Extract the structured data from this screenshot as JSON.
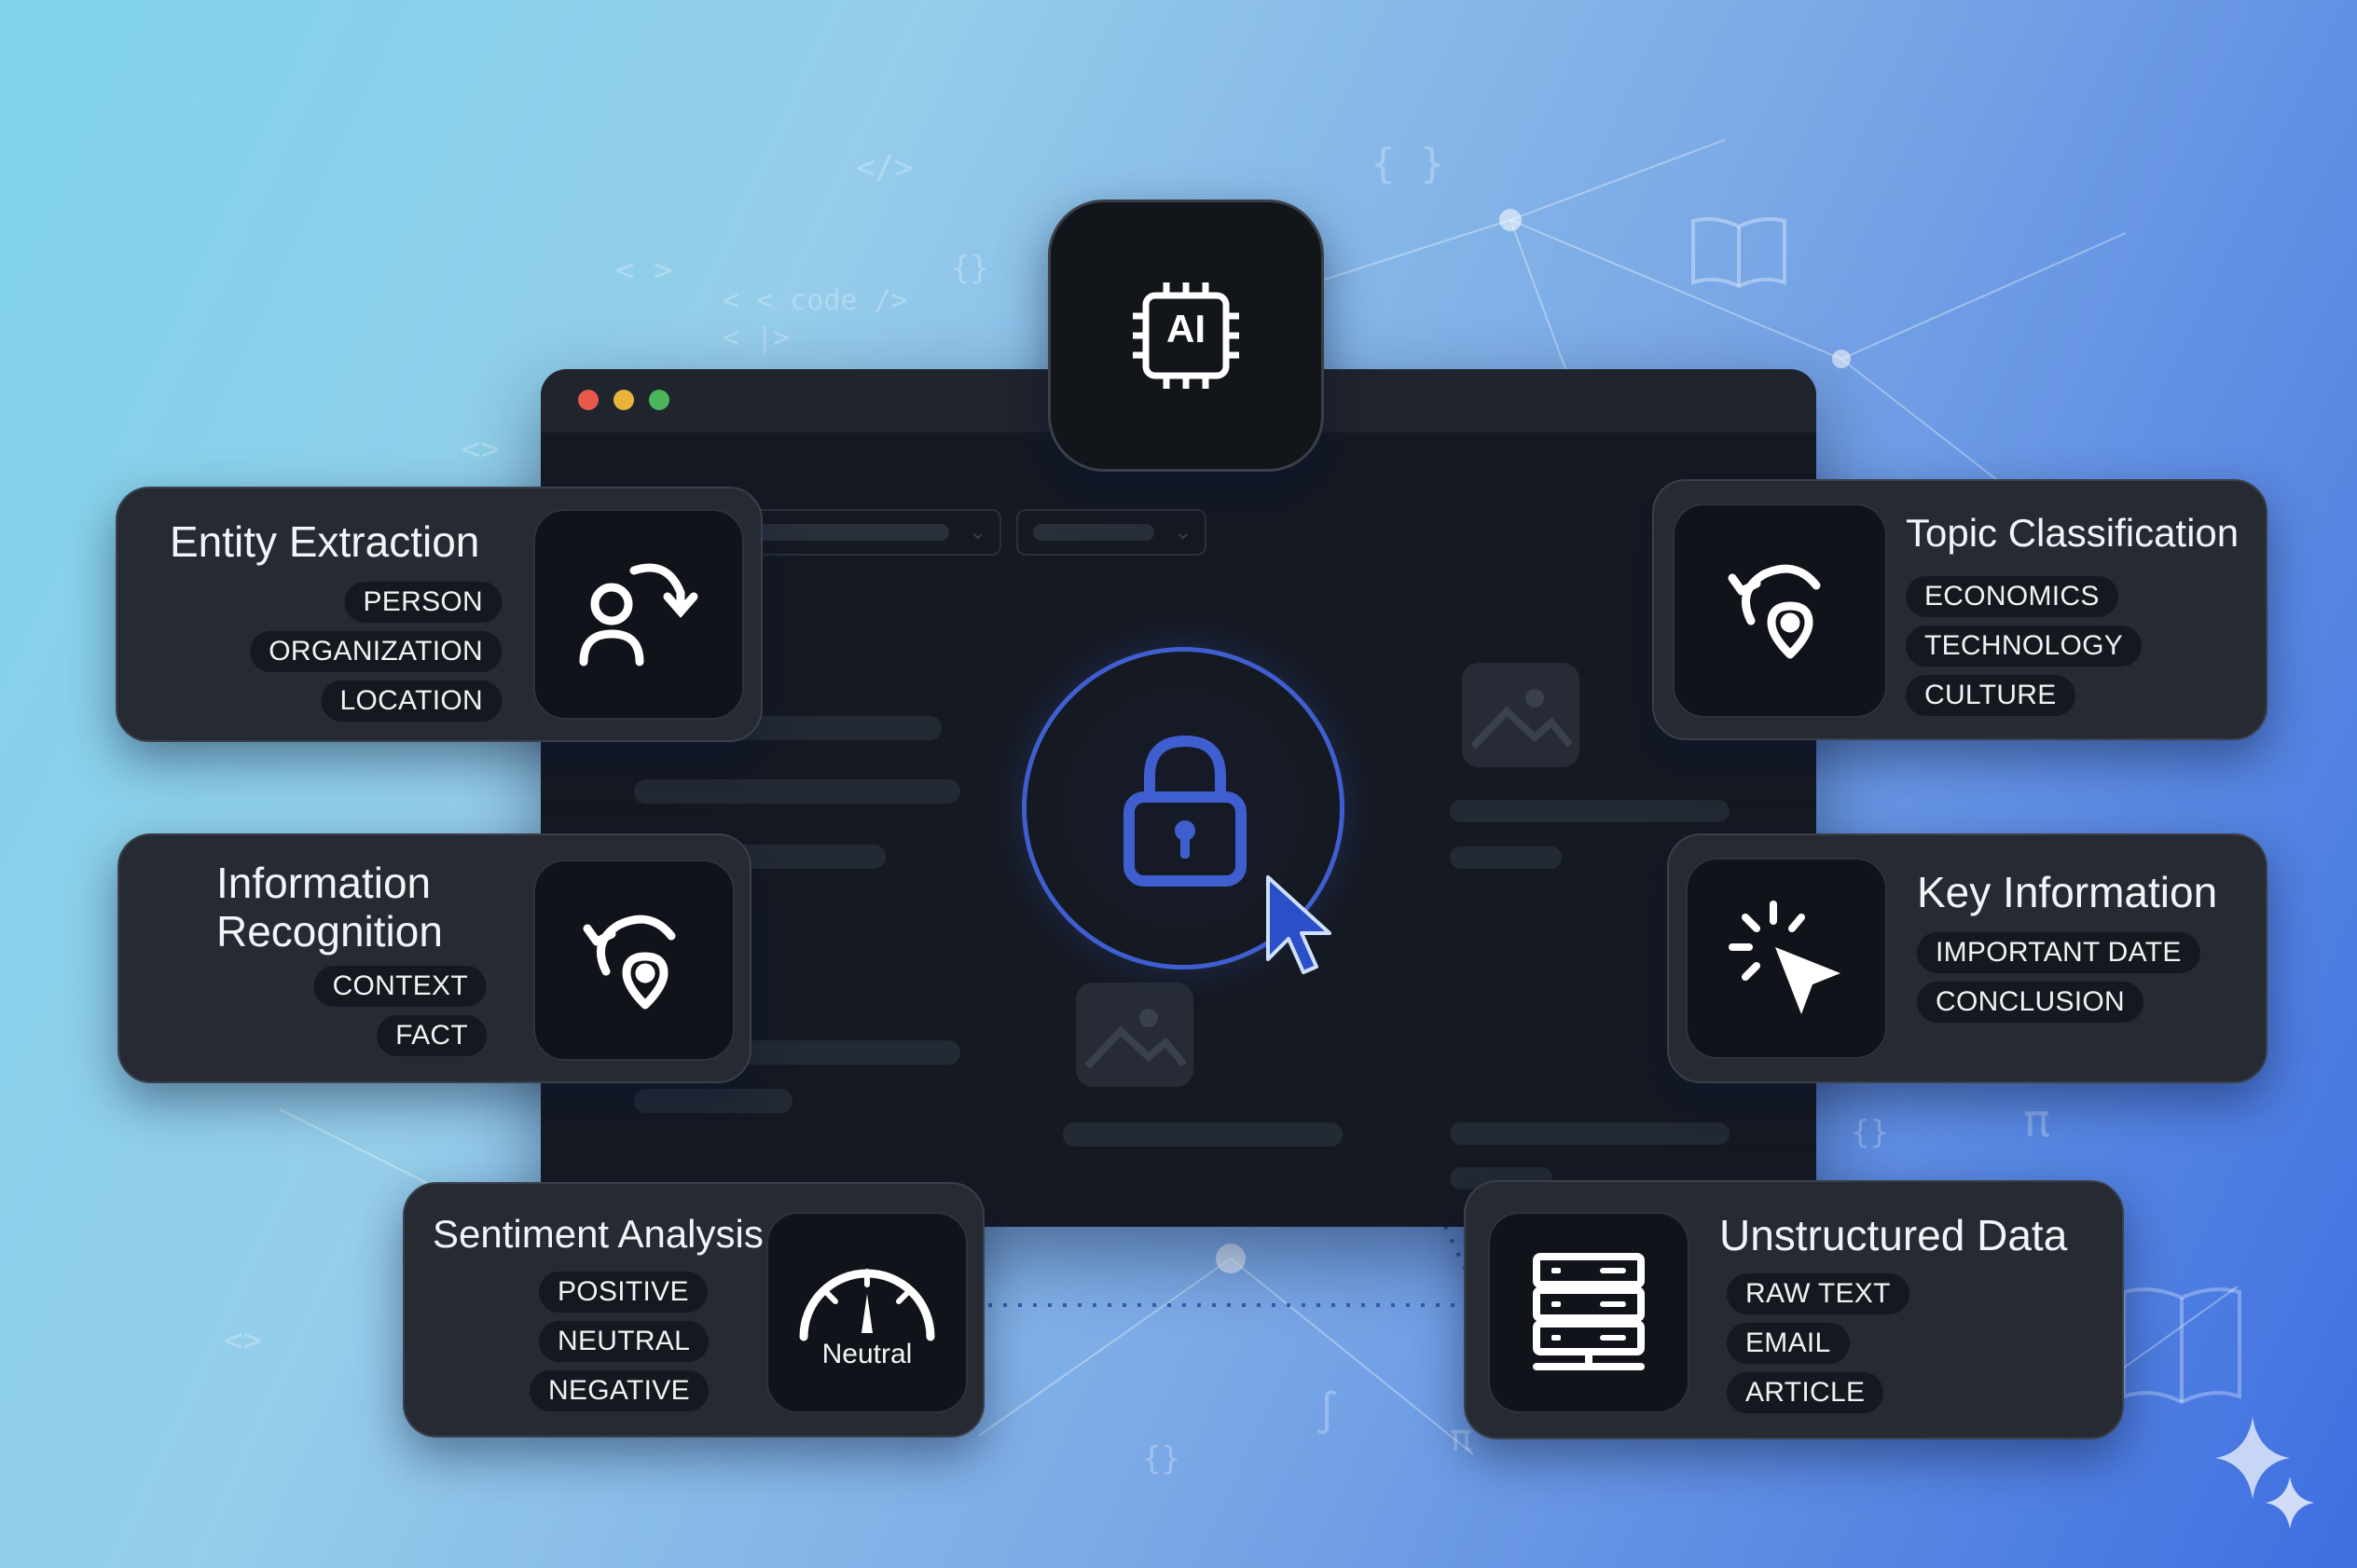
{
  "center": {
    "ai_chip": {
      "label": "AI",
      "icon": "ai-chip-icon"
    },
    "lock": {
      "icon": "lock-icon",
      "accent": "#3f5fd0"
    },
    "cursor": {
      "icon": "cursor-icon"
    }
  },
  "cards": {
    "entity_extraction": {
      "title": "Entity Extraction",
      "tags": [
        "PERSON",
        "ORGANIZATION",
        "LOCATION"
      ],
      "icon": "person-refresh-icon"
    },
    "information_recognition": {
      "title_line1": "Information",
      "title_line2": "Recognition",
      "tags": [
        "CONTEXT",
        "FACT"
      ],
      "icon": "location-refresh-icon"
    },
    "sentiment_analysis": {
      "title": "Sentiment Analysis",
      "tags": [
        "POSITIVE",
        "NEUTRAL",
        "NEGATIVE"
      ],
      "gauge_label": "Neutral",
      "icon": "gauge-icon"
    },
    "topic_classification": {
      "title": "Topic Classification",
      "tags": [
        "ECONOMICS",
        "TECHNOLOGY",
        "CULTURE"
      ],
      "icon": "location-refresh-icon"
    },
    "key_information": {
      "title": "Key Information",
      "tags": [
        "IMPORTANT DATE",
        "CONCLUSION"
      ],
      "icon": "click-sparkle-icon"
    },
    "unstructured_data": {
      "title": "Unstructured Data",
      "tags": [
        "RAW TEXT",
        "EMAIL",
        "ARTICLE"
      ],
      "icon": "server-icon"
    }
  },
  "background": {
    "code_snippets": [
      "</>",
      "< >",
      "{ }",
      "< < code />",
      "< |>",
      "<>",
      "{}",
      "π",
      "∫"
    ]
  },
  "colors": {
    "card_bg": "#262a33",
    "window_bg": "#151922",
    "accent_blue": "#3f5fd0"
  }
}
